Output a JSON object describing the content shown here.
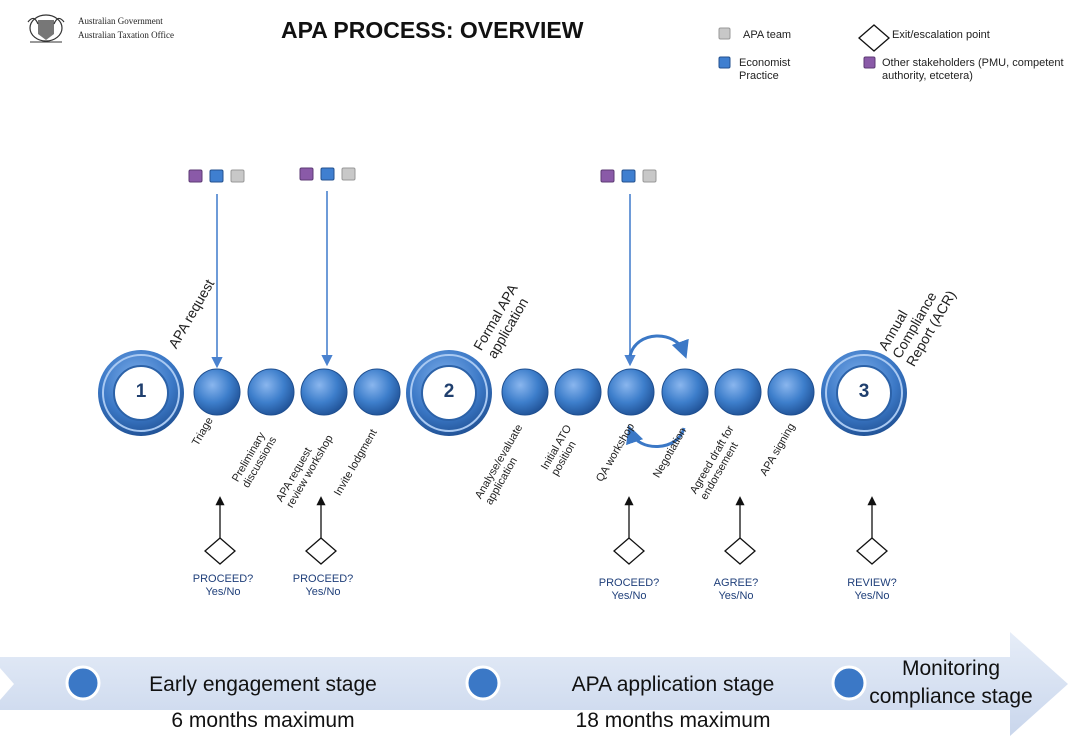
{
  "header": {
    "logo_line1": "Australian Government",
    "logo_line2": "Australian Taxation Office",
    "title": "APA PROCESS: OVERVIEW"
  },
  "legend": {
    "apa_team": "APA team",
    "economist_practice": "Economist\nPractice",
    "exit_point": "Exit/escalation point",
    "other_stakeholders": "Other stakeholders (PMU, competent\nauthority, etcetera)"
  },
  "colors": {
    "apa_team": "#c8c8c8",
    "economist": "#3f7fd0",
    "stakeholders": "#8a5aa8",
    "node_blue": "#3d7ecb",
    "arrow_blue": "#5b8fd6",
    "band": "#d7e1f1"
  },
  "milestones": {
    "one": {
      "number": "1",
      "label": "APA request"
    },
    "two": {
      "number": "2",
      "label": "Formal APA\napplication"
    },
    "three": {
      "number": "3",
      "label": "Annual\nCompliance\nReport (ACR)"
    }
  },
  "steps": [
    "Triage",
    "Preliminary\ndiscussions",
    "APA request\nreview workshop",
    "Invite lodgment",
    "Analyse/evaluate\napplication",
    "Initial ATO\nposition",
    "QA workshop",
    "Negotiation",
    "Agreed draft for\nendorsement",
    "APA signing"
  ],
  "decisions": [
    "PROCEED?\nYes/No",
    "PROCEED?\nYes/No",
    "PROCEED?\nYes/No",
    "AGREE?\nYes/No",
    "REVIEW?\nYes/No"
  ],
  "stages": [
    {
      "label": "Early engagement stage",
      "duration": "6 months maximum"
    },
    {
      "label": "APA application stage",
      "duration": "18 months maximum"
    },
    {
      "label": "Monitoring\ncompliance stage",
      "duration": ""
    }
  ]
}
